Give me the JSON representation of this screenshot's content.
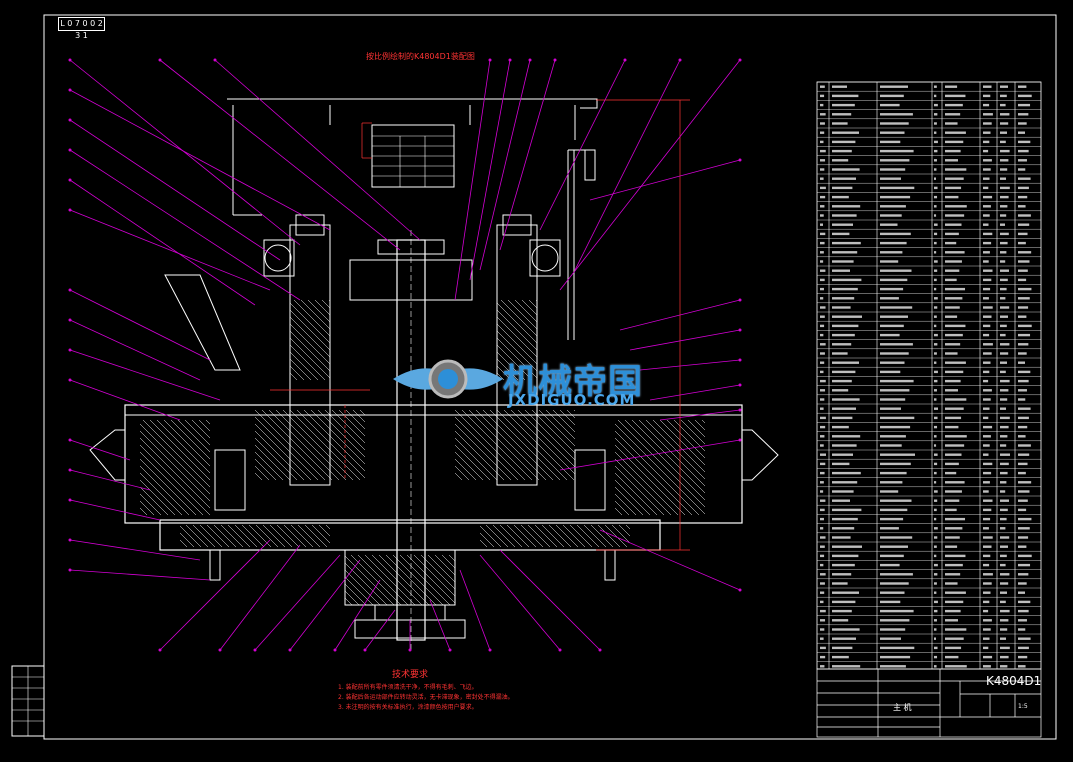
{
  "corner_stamp": "L 0 7 0 0 2 3 1",
  "drawing_title": "K4804D1",
  "main_view_title": "按比例绘制的K4804D1装配图",
  "watermark": {
    "cn": "机械帝国",
    "en": "JXDIGUO.COM"
  },
  "tech_requirements": {
    "title": "技术要求",
    "lines": [
      "1. 装配前所有零件须清洗干净，不得有毛刺、飞边。",
      "2. 装配后各运动部件应转动灵活，无卡滞现象，密封处不得漏油。",
      "3. 未注明的按有关标准执行，涂漆颜色按用户要求。"
    ]
  },
  "title_block": {
    "name": "主 机",
    "scale": "1:5"
  },
  "colors": {
    "background": "#000000",
    "line": "#ffffff",
    "leader": "#d400d4",
    "note": "#ff3333",
    "watermark": "#2d8fd8"
  }
}
